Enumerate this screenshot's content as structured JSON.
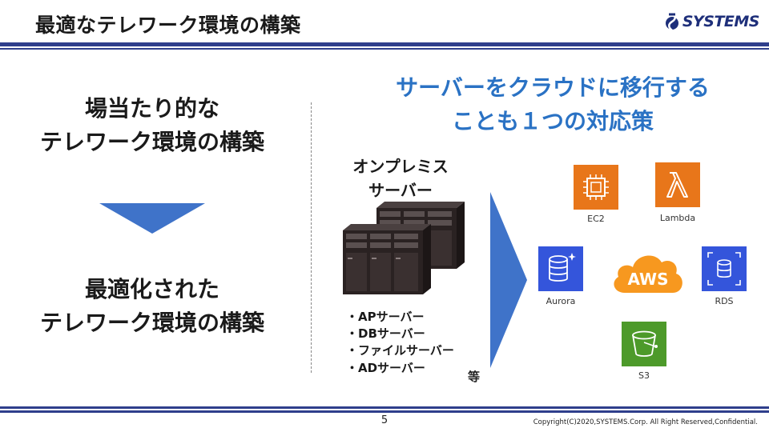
{
  "header": {
    "title": "最適なテレワーク環境の構築",
    "logo_text": "SYSTEMS"
  },
  "left": {
    "before_line1": "場当たり的な",
    "before_line2": "テレワーク環境の構築",
    "after_line1": "最適化された",
    "after_line2": "テレワーク環境の構築"
  },
  "right": {
    "heading_line1": "サーバーをクラウドに移行する",
    "heading_line2": "ことも１つの対応策",
    "onprem_line1": "オンプレミス",
    "onprem_line2": "サーバー",
    "server_list": [
      "・APサーバー",
      "・DBサーバー",
      "・ファイルサーバー",
      "・ADサーバー"
    ],
    "etc_label": "等"
  },
  "aws_services": {
    "ec2": "EC2",
    "lambda": "Lambda",
    "aurora": "Aurora",
    "rds": "RDS",
    "s3": "S3",
    "aws_logo": "AWS"
  },
  "footer": {
    "page_number": "5",
    "copyright": "Copyright(C)2020,SYSTEMS.Corp. All Right Reserved,Confidential."
  },
  "colors": {
    "brand_navy": "#2f3f8c",
    "heading_blue": "#2a72c4",
    "arrow_blue": "#3f73c9",
    "aws_orange": "#f7981f",
    "compute_orange": "#e8761a",
    "database_blue": "#3455db",
    "storage_green": "#4d9a2a"
  }
}
